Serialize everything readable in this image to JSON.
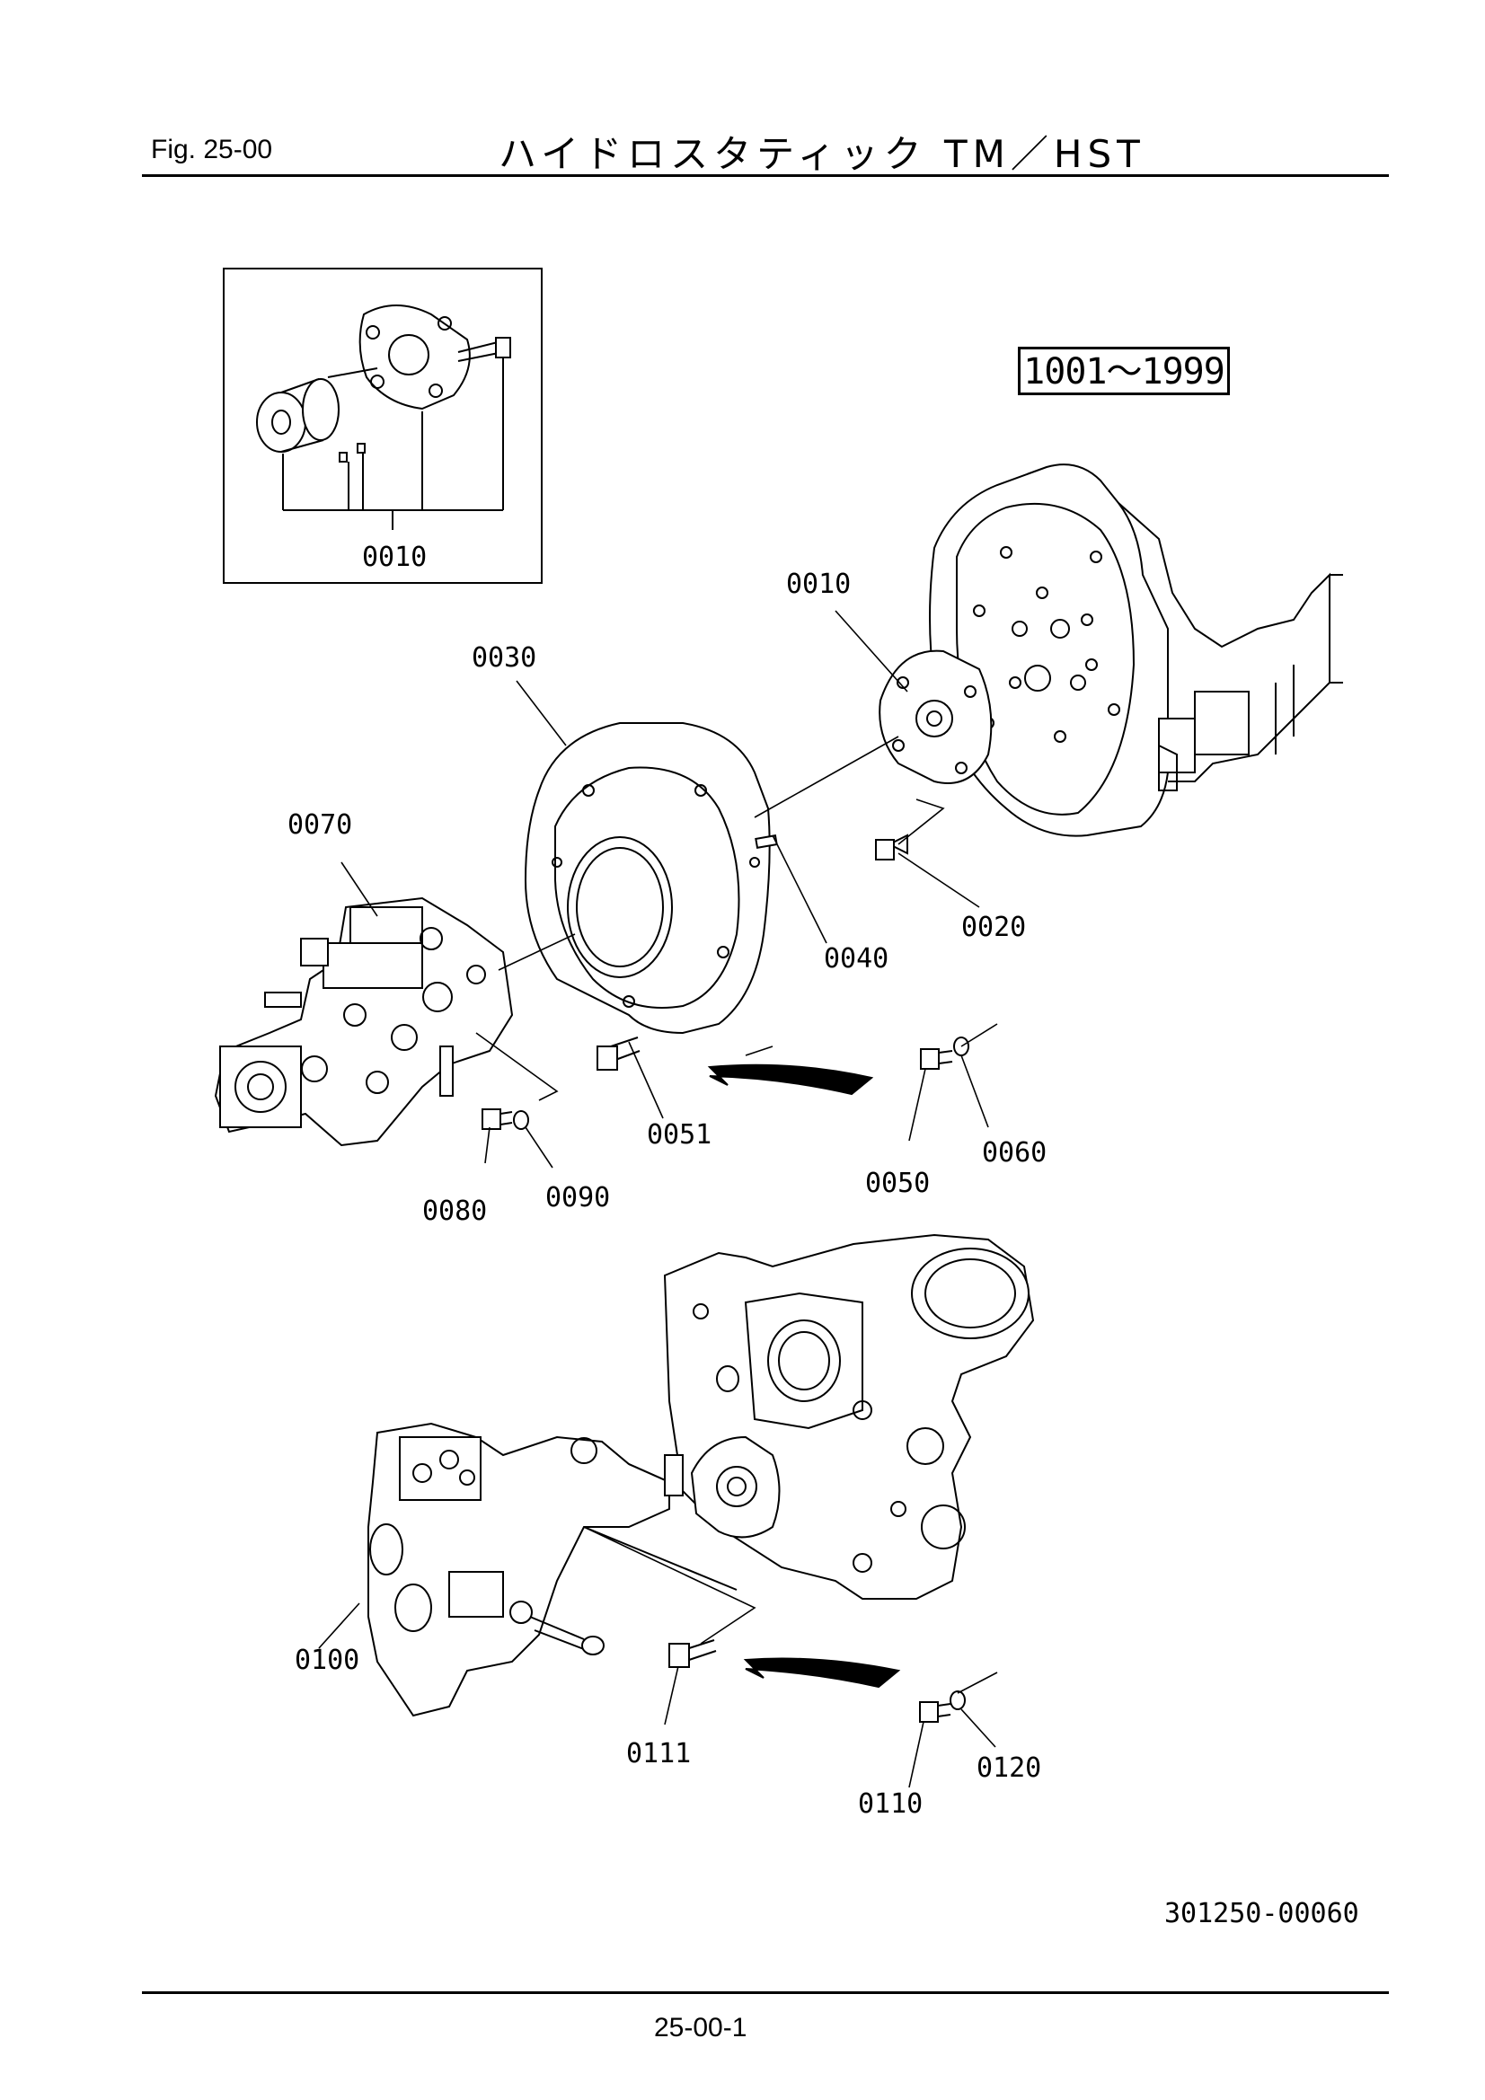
{
  "header": {
    "figure_label": "Fig.  25-00",
    "title": "ハイドロスタティック TM／HST"
  },
  "serial_range": "1001～1999",
  "callouts": {
    "inset_0010": "0010",
    "p0010": "0010",
    "p0030": "0030",
    "p0070": "0070",
    "p0040": "0040",
    "p0020": "0020",
    "p0051": "0051",
    "p0060": "0060",
    "p0050": "0050",
    "p0080": "0080",
    "p0090": "0090",
    "p0100": "0100",
    "p0111": "0111",
    "p0110": "0110",
    "p0120": "0120"
  },
  "drawing_code": "301250-00060",
  "page_number": "25-00-1"
}
